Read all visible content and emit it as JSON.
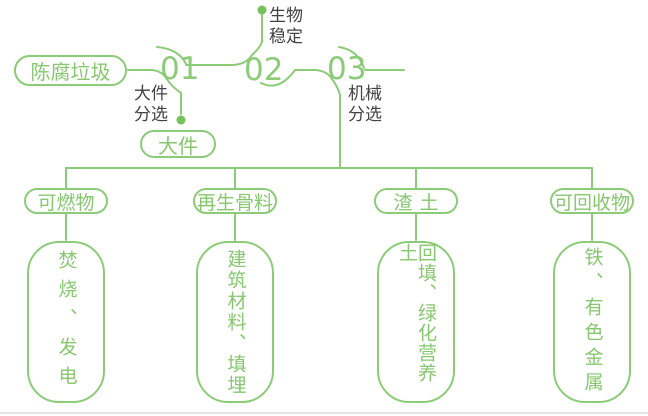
{
  "colors": {
    "line_green": "#8ccb78",
    "text_green": "#87c76f",
    "dot_green": "#76c35c",
    "dark_text": "#424242"
  },
  "flow": {
    "source": "陈腐垃圾",
    "steps": [
      {
        "number": "01",
        "process": "大件\n分选",
        "output": "大件"
      },
      {
        "number": "02",
        "process": "生物\n稳定"
      },
      {
        "number": "03",
        "process": "机械\n分选"
      }
    ]
  },
  "branches": [
    {
      "category": "可燃物",
      "result": "焚烧、发电"
    },
    {
      "category": "再生骨料",
      "result": "建筑材料、填埋"
    },
    {
      "category": "渣土",
      "result": "回填、绿化营养土"
    },
    {
      "category": "可回收物",
      "result": "铁、有色金属"
    }
  ]
}
